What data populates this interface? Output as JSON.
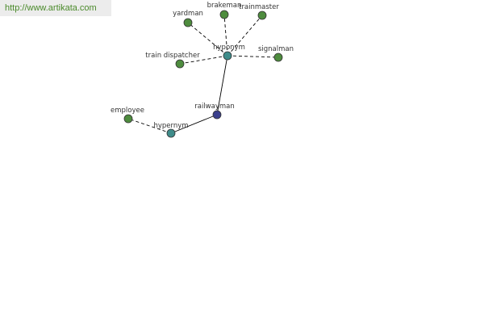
{
  "watermark": {
    "url": "http://www.artikata.com"
  },
  "colors": {
    "term_node": "#4e8c3e",
    "relation_node": "#3f8c8a",
    "center_node": "#3a3f8c"
  },
  "nodes": {
    "railwayman": "railwayman",
    "hypernym": "hypernym",
    "employee": "employee",
    "hyponym": "hyponym",
    "yardman": "yardman",
    "brakeman": "brakeman",
    "trainmaster": "trainmaster",
    "train_dispatcher": "train dispatcher",
    "signalman": "signalman"
  }
}
